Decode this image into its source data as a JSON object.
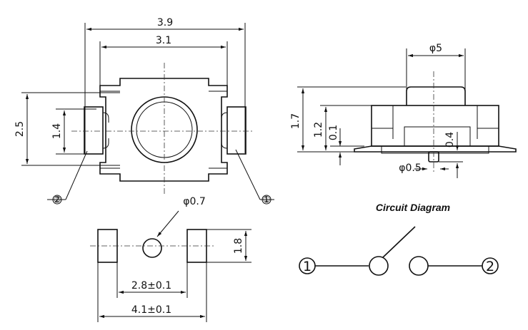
{
  "top_view": {
    "dim_overall_width": "3.9",
    "dim_body_width": "3.1",
    "dim_height": "2.5",
    "dim_terminal_span": "1.4",
    "callout_pin1": "①",
    "callout_pin2": "②"
  },
  "side_view": {
    "dim_actuator_diameter": "φ5",
    "dim_total_height": "1.7",
    "dim_body_height": "1.2",
    "dim_standoff": "0.1",
    "dim_post_length": "0.4",
    "dim_post_diameter": "φ0.5"
  },
  "pcb_layout": {
    "dim_hole_diameter": "φ0.7",
    "dim_pad_height": "1.8",
    "dim_inner_span": "2.8±0.1",
    "dim_outer_span": "4.1±0.1"
  },
  "circuit": {
    "title": "Circuit Diagram",
    "pin1": "1",
    "pin2": "2"
  }
}
